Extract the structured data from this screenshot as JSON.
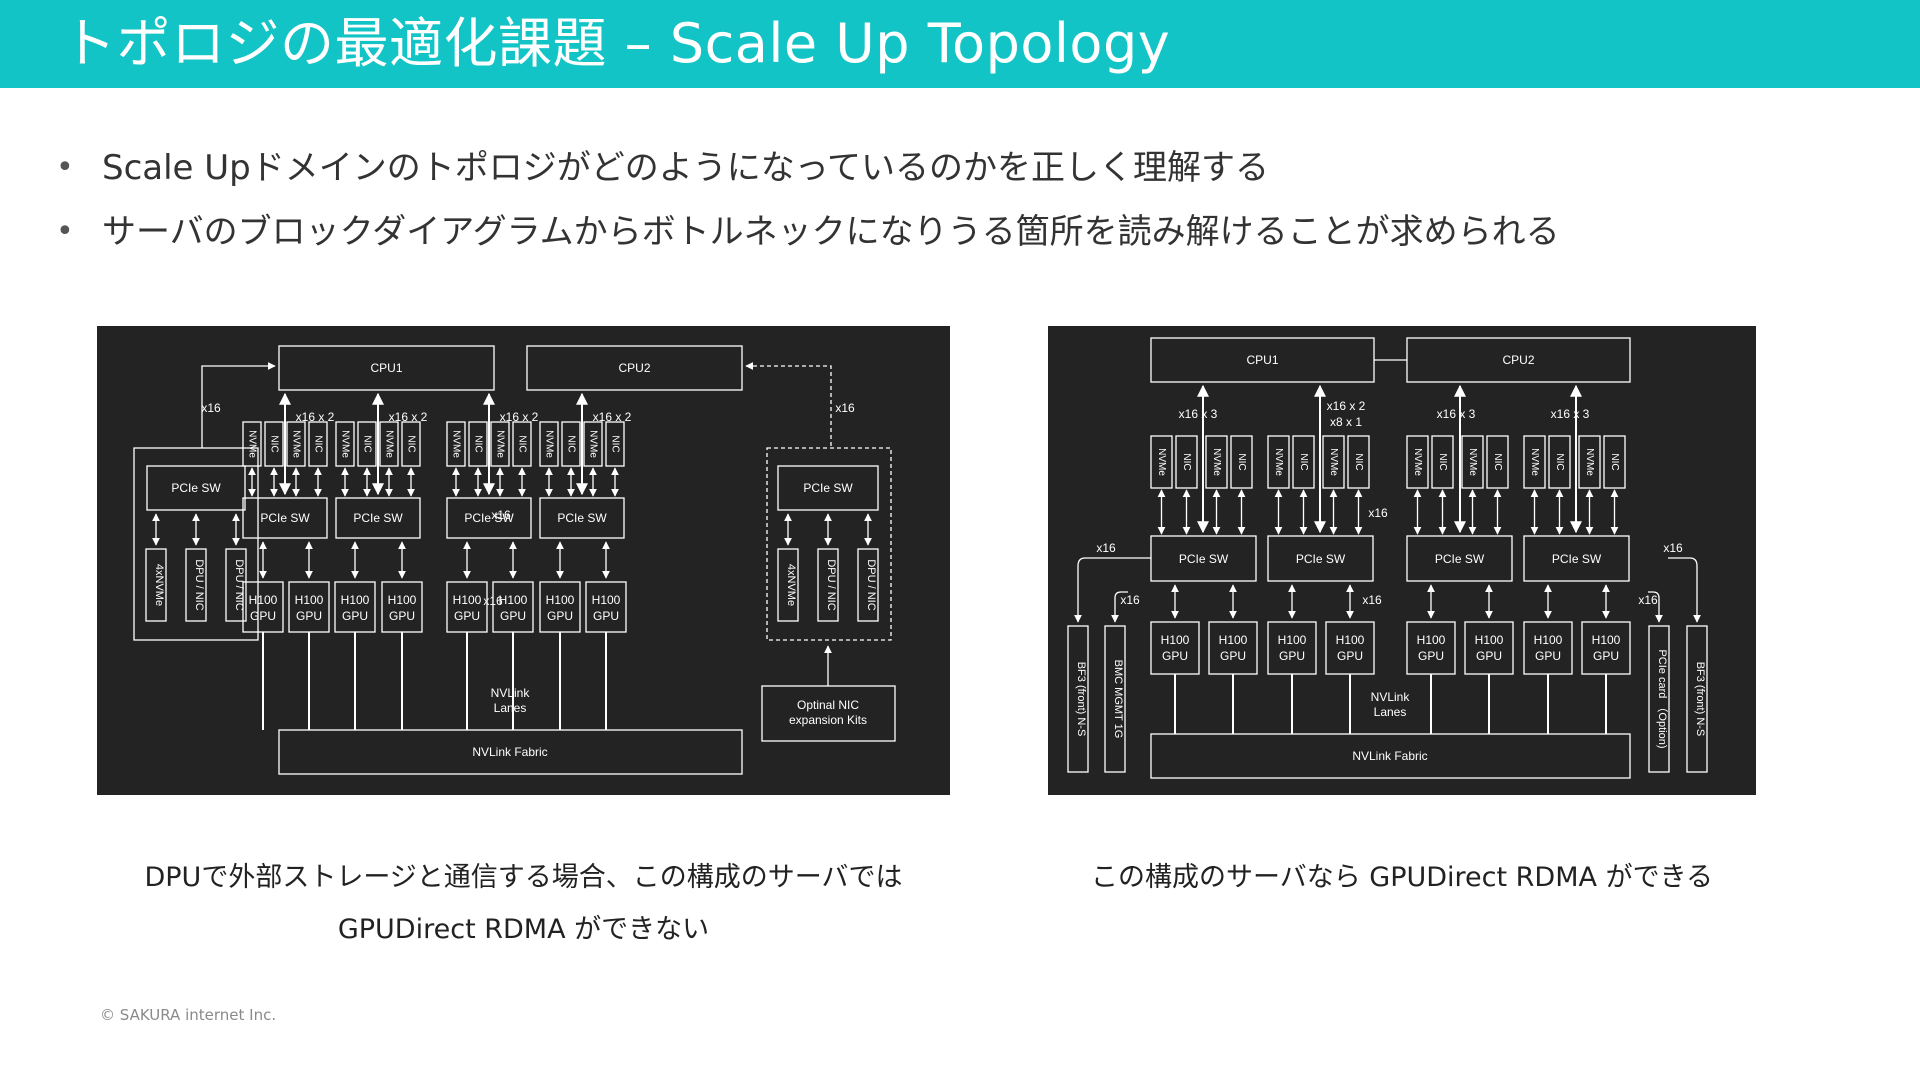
{
  "header": {
    "title": "トポロジの最適化課題 – Scale Up Topology",
    "accent_color": "#12c4c6"
  },
  "bullets": [
    "Scale Upドメインのトポロジがどのようになっているのかを正しく理解する",
    "サーバのブロックダイアグラムからボトルネックになりうる箇所を読み解けることが求められる"
  ],
  "diagram_left": {
    "cpu1": "CPU1",
    "cpu2": "CPU2",
    "x16": "x16",
    "x16x2": "x16 x 2",
    "nvme": "NVMe",
    "nic": "NIC",
    "pcie_sw": "PCIe SW",
    "gpu_line1": "H100",
    "gpu_line2": "GPU",
    "nvme4": "4xNVMe",
    "dpu_nic": "DPU / NIC",
    "nvlink_lanes_1": "NVLink",
    "nvlink_lanes_2": "Lanes",
    "nvlink_fabric": "NVLink Fabric",
    "optinal_1": "Optinal NIC",
    "optinal_2": "expansion Kits"
  },
  "diagram_right": {
    "cpu1": "CPU1",
    "cpu2": "CPU2",
    "x16": "x16",
    "x16x3": "x16 x 3",
    "x16x2": "x16 x 2",
    "x8x1": "x8 x 1",
    "nvme": "NVMe",
    "nic": "NIC",
    "pcie_sw": "PCIe SW",
    "gpu_line1": "H100",
    "gpu_line2": "GPU",
    "bf3": "BF3 (front) N-S",
    "bmc": "BMC MGMT 1G",
    "pcie_card": "PCIe card （Option)",
    "nvlink_lanes_1": "NVLink",
    "nvlink_lanes_2": "Lanes",
    "nvlink_fabric": "NVLink Fabric"
  },
  "captions": {
    "left_line1": "DPUで外部ストレージと通信する場合、この構成のサーバでは",
    "left_line2": "GPUDirect RDMA ができない",
    "right_line1": "この構成のサーバなら GPUDirect RDMA ができる"
  },
  "footer": {
    "copyright": "© SAKURA internet Inc."
  }
}
